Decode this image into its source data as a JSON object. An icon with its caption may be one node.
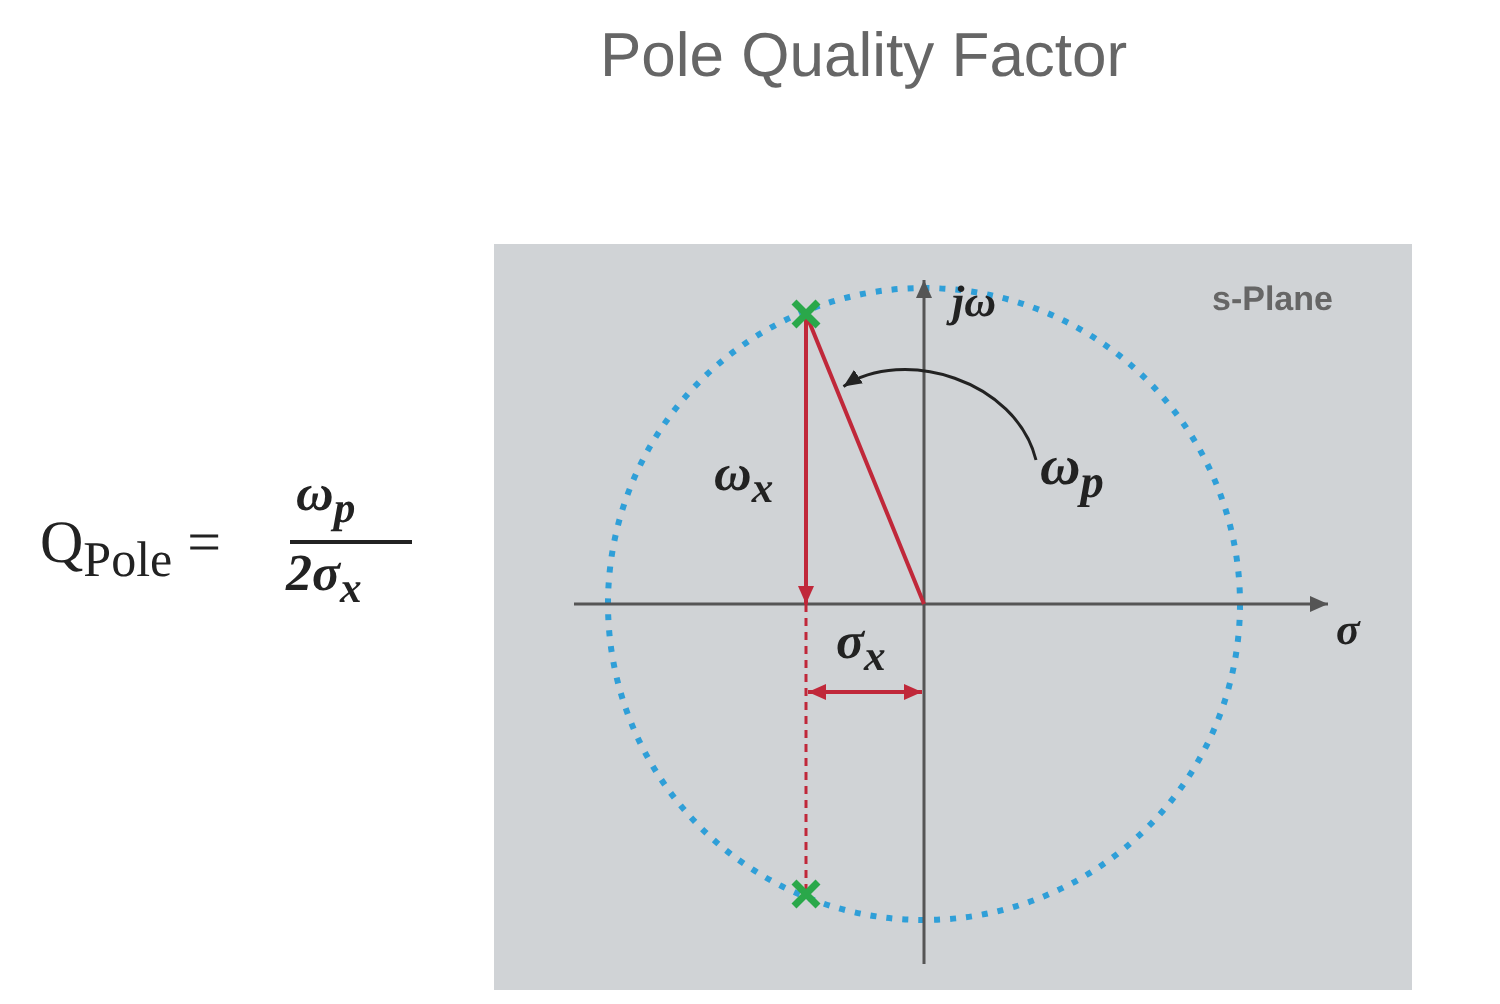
{
  "diagram": {
    "title": "Pole Quality Factor",
    "nodes": [
      {
        "text": [
          "ω$_{p}$"
        ]
      },
      {
        "text": [],
        "shape": "line"
      }
    ],
    "edges": [
      {
        "from": 0,
        "to": 1,
        "arrow": "to"
      }
    ],
    "labels": [
      "Q$_{Pole}$ =",
      "ω$_{p}$",
      "2σ$_{x}$",
      "jω",
      "s-Plane",
      "ω$_{x}$",
      "σ$_{x}$",
      "σ"
    ]
  }
}
